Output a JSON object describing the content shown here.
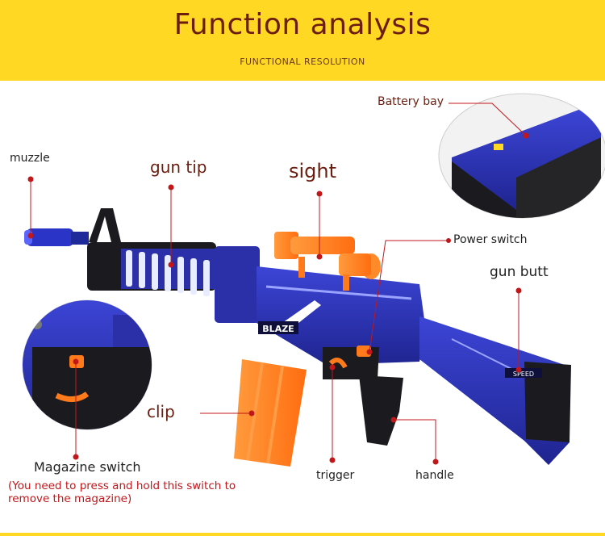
{
  "header": {
    "title": "Function analysis",
    "subtitle": "FUNCTIONAL RESOLUTION"
  },
  "labels": {
    "muzzle": "muzzle",
    "gun_tip": "gun tip",
    "sight": "sight",
    "battery_bay": "Battery bay",
    "power_switch": "Power switch",
    "gun_butt": "gun butt",
    "clip": "clip",
    "magazine_switch": "Magazine switch",
    "magazine_note_line1": "(You need to press and hold this switch to",
    "magazine_note_line2": "remove the magazine)",
    "trigger": "trigger",
    "handle": "handle",
    "brand": "BLAZE",
    "stock_text": "SPEED"
  },
  "colors": {
    "header_bg": "#fed823",
    "title": "#6b1d10",
    "leader": "#c0171b",
    "gun_blue": "#2b2fa8",
    "gun_orange": "#ff7a1a",
    "gun_black": "#1b1b1f"
  }
}
